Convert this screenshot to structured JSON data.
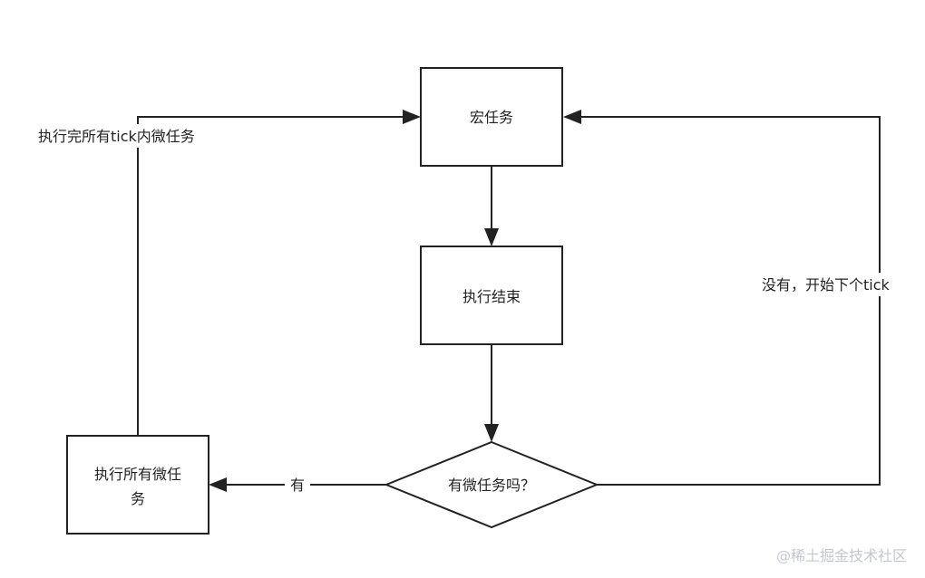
{
  "nodes": {
    "macro_task": "宏任务",
    "execution_end": "执行结束",
    "has_micro_tasks": "有微任务吗？",
    "run_all_micro_line1": "执行所有微任",
    "run_all_micro_line2": "务"
  },
  "edges": {
    "after_tick_micro": "执行完所有tick内微任务",
    "no_next_tick": "没有，开始下个tick",
    "yes": "有"
  },
  "watermark": "@稀土掘金技术社区"
}
